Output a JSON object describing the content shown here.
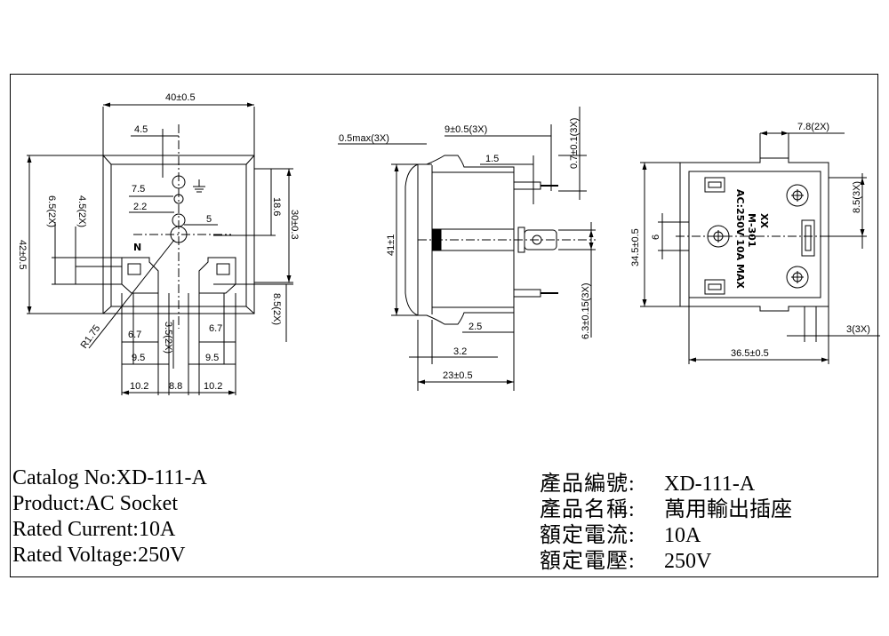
{
  "drawing": {
    "front_view": {
      "dim_width": "40±0.5",
      "dim_height": "42±0.5",
      "dim_pin_offset": "4.5",
      "dim_earth_top": "7.5",
      "dim_earth_gap": "2.2",
      "dim_pin_dia": "5",
      "dim_slot_left_a": "6.5(2X)",
      "dim_slot_left_b": "4.5(2X)",
      "dim_right_a": "18.6",
      "dim_right_b": "30±0.3",
      "dim_right_c": "8.5(2X)",
      "dim_radius": "R1.75",
      "dim_slot_w_l": "6.7",
      "dim_slot_w_r": "6.7",
      "dim_slot_h": "3.5(2X)",
      "dim_slot_pitch_l": "9.5",
      "dim_slot_pitch_r": "9.5",
      "dim_bottom_l": "10.2",
      "dim_bottom_c": "8.8",
      "dim_bottom_r": "10.2",
      "label_neutral": "N"
    },
    "side_view": {
      "dim_flange": "0.5max(3X)",
      "dim_pin_len": "9±0.5(3X)",
      "dim_thick": "0.7±0.1(3X)",
      "dim_step": "1.5",
      "dim_height": "41±1",
      "dim_pin_w": "6.3±0.15(3X)",
      "dim_b1": "2.5",
      "dim_b2": "3.2",
      "dim_depth": "23±0.5"
    },
    "rear_view": {
      "dim_tab": "7.8(2X)",
      "dim_side": "8.5(3X)",
      "dim_height": "34.5±0.5",
      "dim_small": "6",
      "dim_bottom_r": "3(3X)",
      "dim_width": "36.5±0.5",
      "brand_mark": "XX",
      "model_mark": "M-301",
      "rating_mark": "AC:250V 10A MAX"
    }
  },
  "specs_left": [
    {
      "label": "Catalog No:",
      "value": "XD-111-A"
    },
    {
      "label": "Product:",
      "value": "AC Socket"
    },
    {
      "label": "Rated Current:",
      "value": "10A"
    },
    {
      "label": "Rated Voltage:",
      "value": "250V"
    }
  ],
  "specs_right": [
    {
      "label": "產品編號:",
      "value": "XD-111-A"
    },
    {
      "label": "產品名稱:",
      "value": "萬用輸出插座"
    },
    {
      "label": "額定電流:",
      "value": "10A"
    },
    {
      "label": "額定電壓:",
      "value": "250V"
    }
  ]
}
